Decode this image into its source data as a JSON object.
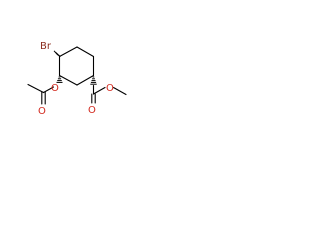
{
  "molecule": {
    "atoms": {
      "bromine": "Br",
      "ring_oxygen": "O",
      "acetyl_carbonyl_oxygen": "O",
      "ester_carbonyl_oxygen": "O",
      "ester_oxygen": "O"
    }
  },
  "colors": {
    "background": "#ffffff",
    "bond": "#000000",
    "bromine": "#8b2d1f",
    "oxygen": "#d2281e"
  }
}
